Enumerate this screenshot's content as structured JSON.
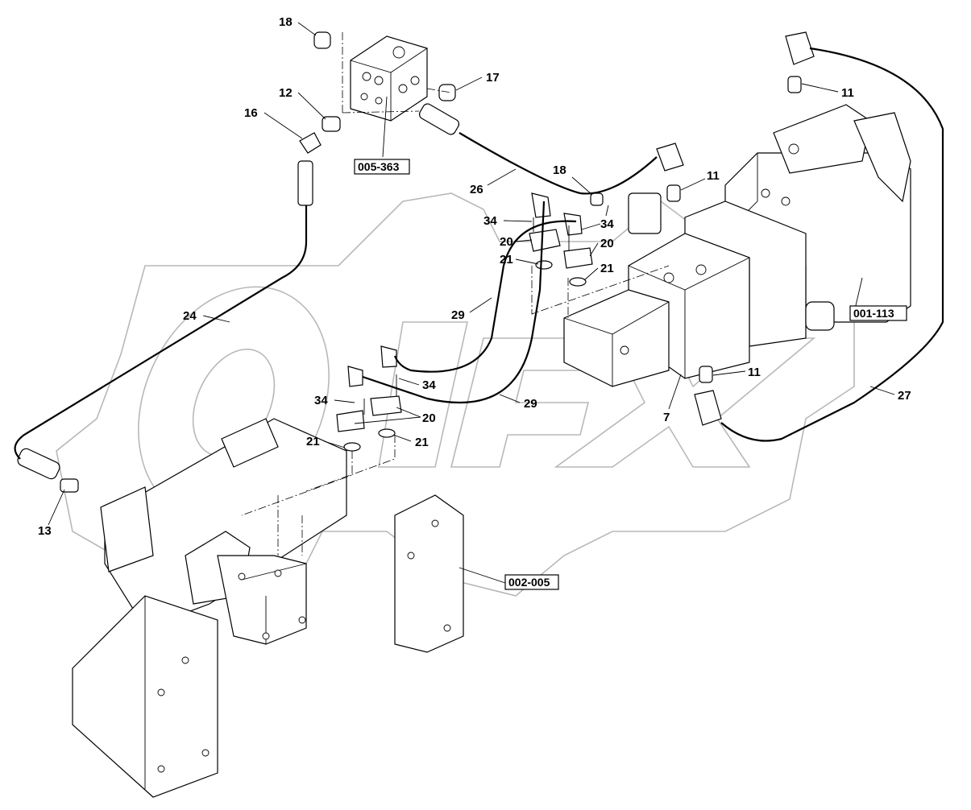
{
  "labels": {
    "p18a": "18",
    "p17": "17",
    "p12": "12",
    "p16": "16",
    "b005363": "005-363",
    "p26": "26",
    "p18b": "18",
    "p11a": "11",
    "p11b": "11",
    "p34a": "34",
    "p34b": "34",
    "p20a": "20",
    "p20b": "20",
    "p21a": "21",
    "p21b": "21",
    "p29a": "29",
    "p24": "24",
    "b001113": "001-113",
    "p11c": "11",
    "p34c": "34",
    "p29b": "29",
    "p34d": "34",
    "p20c": "20",
    "p27": "27",
    "p7": "7",
    "p21c": "21",
    "p21d": "21",
    "p13": "13",
    "b002005": "002-005"
  }
}
